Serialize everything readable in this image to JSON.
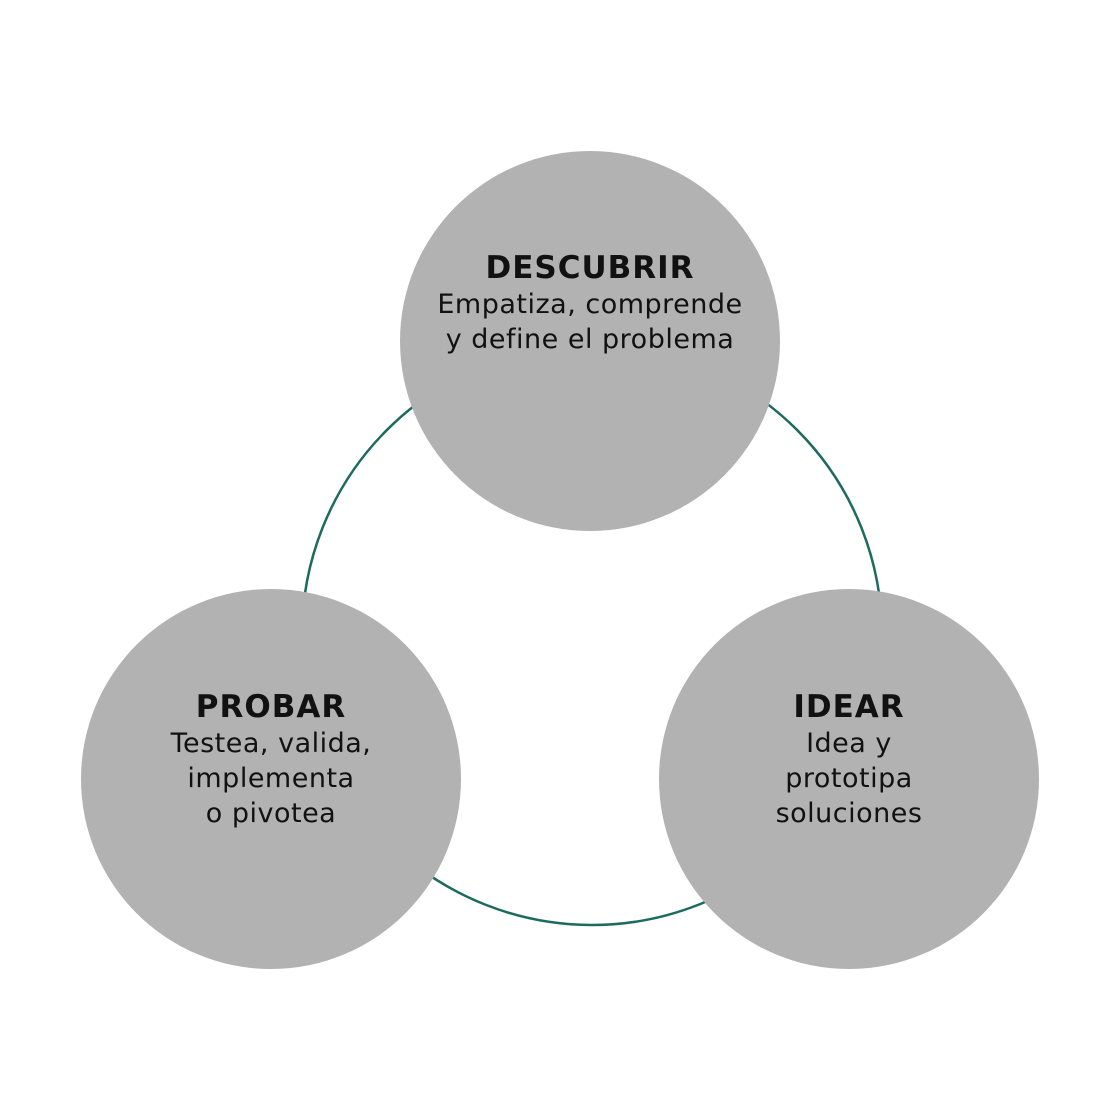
{
  "colors": {
    "circle_fill": "#b2b2b2",
    "ring_stroke": "#1d6b5f",
    "background": "#ffffff",
    "text": "#111111"
  },
  "nodes": {
    "top": {
      "title": "DESCUBRIR",
      "description": "Empatiza, comprende\ny define el problema"
    },
    "right": {
      "title": "IDEAR",
      "description": "Idea y\nprototipa\nsoluciones"
    },
    "left": {
      "title": "PROBAR",
      "description": "Testea, valida,\nimplementa\no pivotea"
    }
  }
}
